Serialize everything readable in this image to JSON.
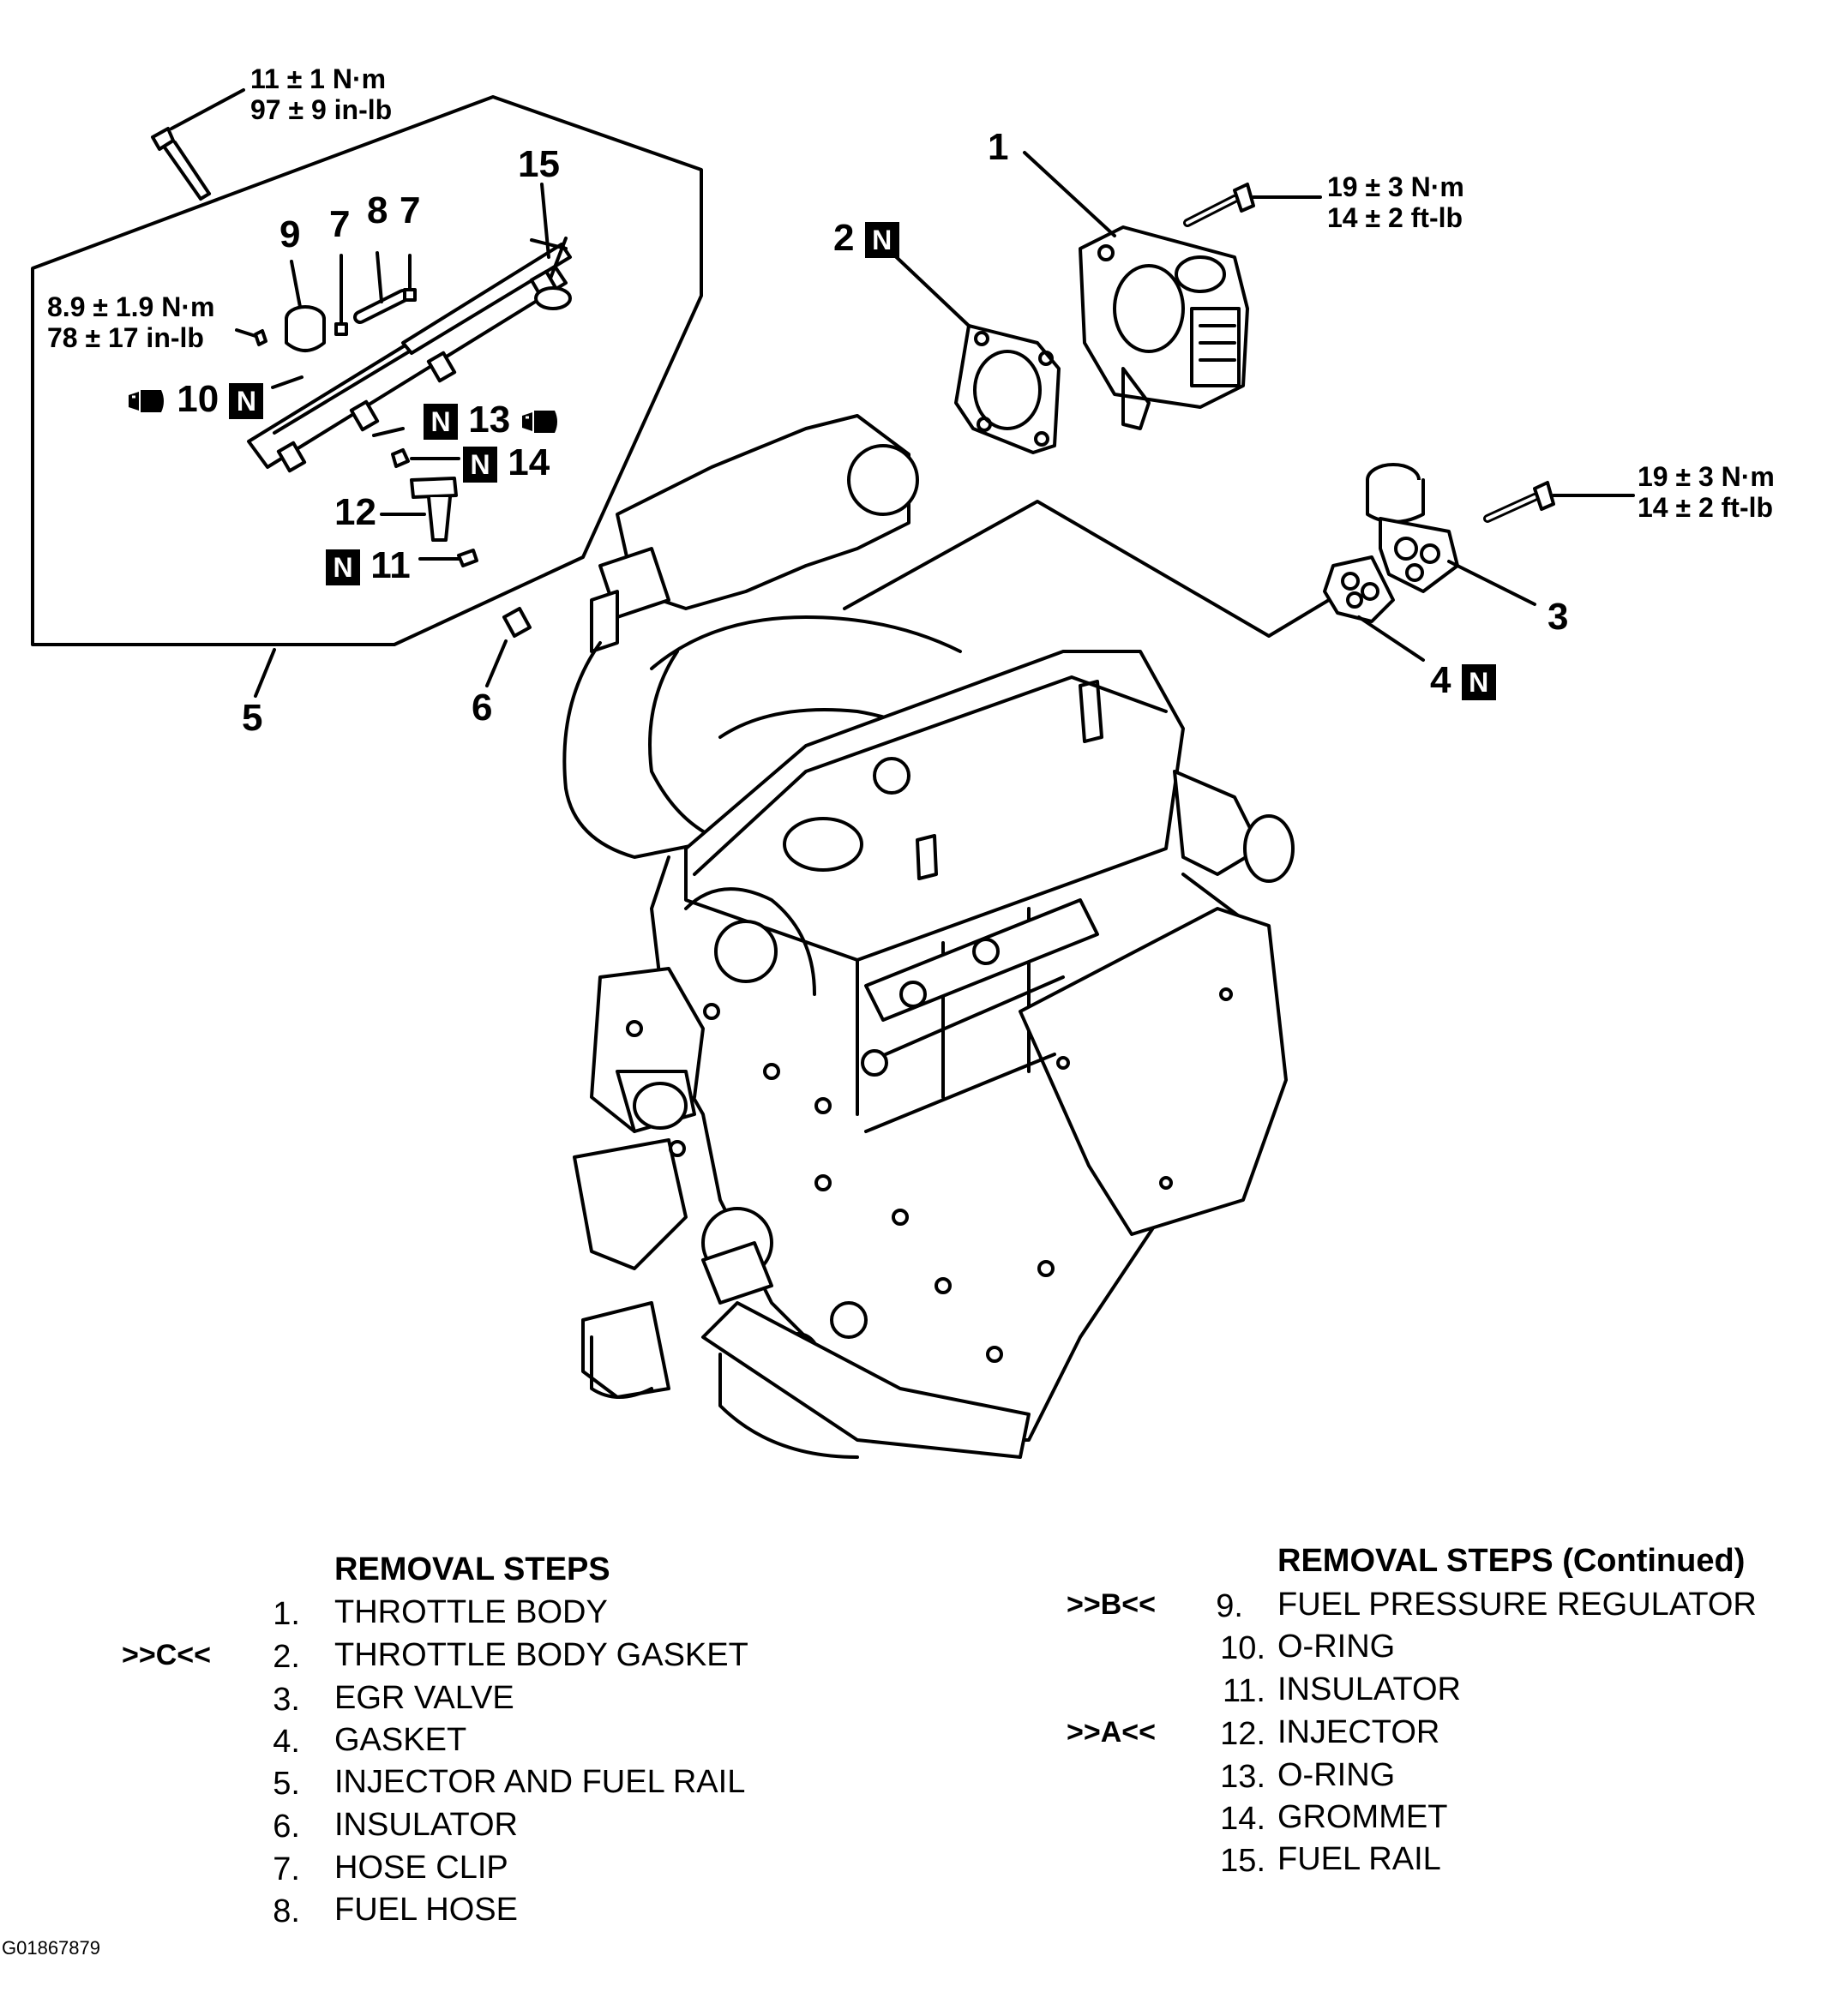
{
  "torque": {
    "top_bolt": [
      "11 ± 1 N·m",
      "97 ± 9 in-lb"
    ],
    "regulator": [
      "8.9 ± 1.9 N·m",
      "78 ± 17 in-lb"
    ],
    "throttle": [
      "19 ± 3 N·m",
      "14 ± 2 ft-lb"
    ],
    "egr": [
      "19 ± 3 N·m",
      "14 ± 2 ft-lb"
    ]
  },
  "callouts": {
    "c1": "1",
    "c2": "2",
    "c3": "3",
    "c4": "4",
    "c5": "5",
    "c6": "6",
    "c7a": "7",
    "c8": "8",
    "c7b": "7",
    "c9": "9",
    "c10": "10",
    "c11": "11",
    "c12": "12",
    "c13": "13",
    "c14": "14",
    "c15": "15",
    "new_mark": "N"
  },
  "removal_left": {
    "heading": "REMOVAL STEPS",
    "steps": [
      {
        "num": "1.",
        "text": "THROTTLE BODY",
        "marker": ""
      },
      {
        "num": "2.",
        "text": "THROTTLE BODY GASKET",
        "marker": ">>C<<"
      },
      {
        "num": "3.",
        "text": "EGR VALVE",
        "marker": ""
      },
      {
        "num": "4.",
        "text": "GASKET",
        "marker": ""
      },
      {
        "num": "5.",
        "text": "INJECTOR AND FUEL RAIL",
        "marker": ""
      },
      {
        "num": "6.",
        "text": "INSULATOR",
        "marker": ""
      },
      {
        "num": "7.",
        "text": "HOSE CLIP",
        "marker": ""
      },
      {
        "num": "8.",
        "text": "FUEL HOSE",
        "marker": ""
      }
    ]
  },
  "removal_right": {
    "heading": "REMOVAL STEPS (Continued)",
    "steps": [
      {
        "num": "9.",
        "text": "FUEL PRESSURE REGULATOR",
        "marker": ">>B<<"
      },
      {
        "num": "10.",
        "text": "O-RING",
        "marker": ""
      },
      {
        "num": "11.",
        "text": "INSULATOR",
        "marker": ""
      },
      {
        "num": "12.",
        "text": "INJECTOR",
        "marker": ">>A<<"
      },
      {
        "num": "13.",
        "text": "O-RING",
        "marker": ""
      },
      {
        "num": "14.",
        "text": "GROMMET",
        "marker": ""
      },
      {
        "num": "15.",
        "text": "FUEL RAIL",
        "marker": ""
      }
    ]
  },
  "figure_id": "G01867879"
}
